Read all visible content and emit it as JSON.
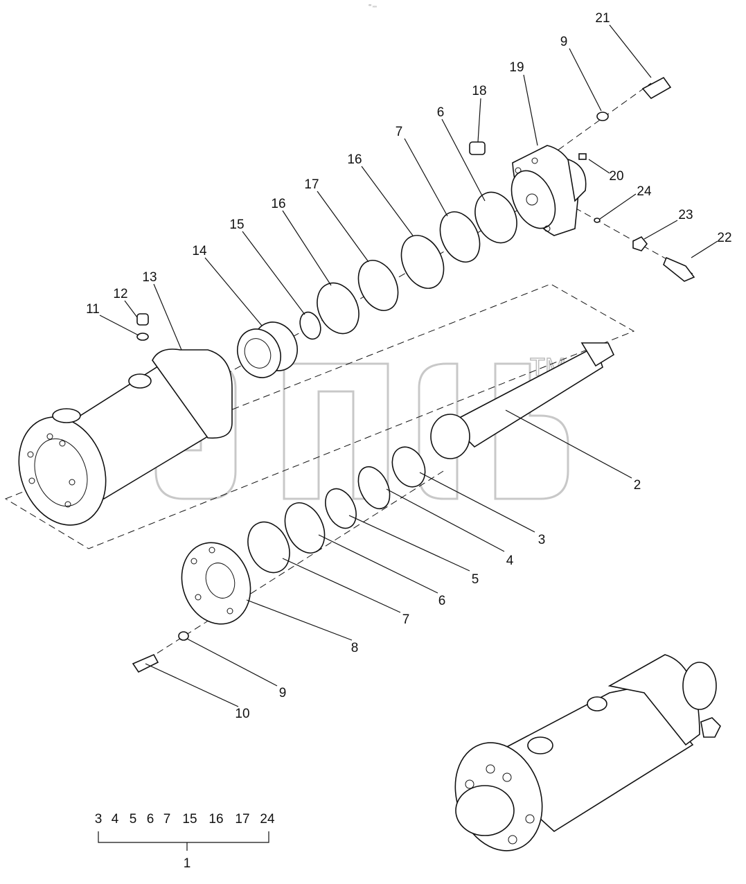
{
  "header": {
    "mark": "⁰⁰ ₀₀₀"
  },
  "watermark": {
    "trademark": "TM"
  },
  "callouts": [
    {
      "id": "c21a",
      "text": "21"
    },
    {
      "id": "c9a",
      "text": "9"
    },
    {
      "id": "c19",
      "text": "19"
    },
    {
      "id": "c18",
      "text": "18"
    },
    {
      "id": "c6a",
      "text": "6"
    },
    {
      "id": "c7a",
      "text": "7"
    },
    {
      "id": "c16a",
      "text": "16"
    },
    {
      "id": "c17",
      "text": "17"
    },
    {
      "id": "c16b",
      "text": "16"
    },
    {
      "id": "c15",
      "text": "15"
    },
    {
      "id": "c14",
      "text": "14"
    },
    {
      "id": "c13",
      "text": "13"
    },
    {
      "id": "c12",
      "text": "12"
    },
    {
      "id": "c11",
      "text": "11"
    },
    {
      "id": "c20",
      "text": "20"
    },
    {
      "id": "c24",
      "text": "24"
    },
    {
      "id": "c23",
      "text": "23"
    },
    {
      "id": "c22",
      "text": "22"
    },
    {
      "id": "c2",
      "text": "2"
    },
    {
      "id": "c3",
      "text": "3"
    },
    {
      "id": "c4",
      "text": "4"
    },
    {
      "id": "c5",
      "text": "5"
    },
    {
      "id": "c6b",
      "text": "6"
    },
    {
      "id": "c7b",
      "text": "7"
    },
    {
      "id": "c8",
      "text": "8"
    },
    {
      "id": "c9b",
      "text": "9"
    },
    {
      "id": "c10",
      "text": "10"
    }
  ],
  "kit": {
    "items": [
      "3",
      "4",
      "5",
      "6",
      "7",
      "15",
      "16",
      "17",
      "24"
    ],
    "assembly": "1"
  }
}
